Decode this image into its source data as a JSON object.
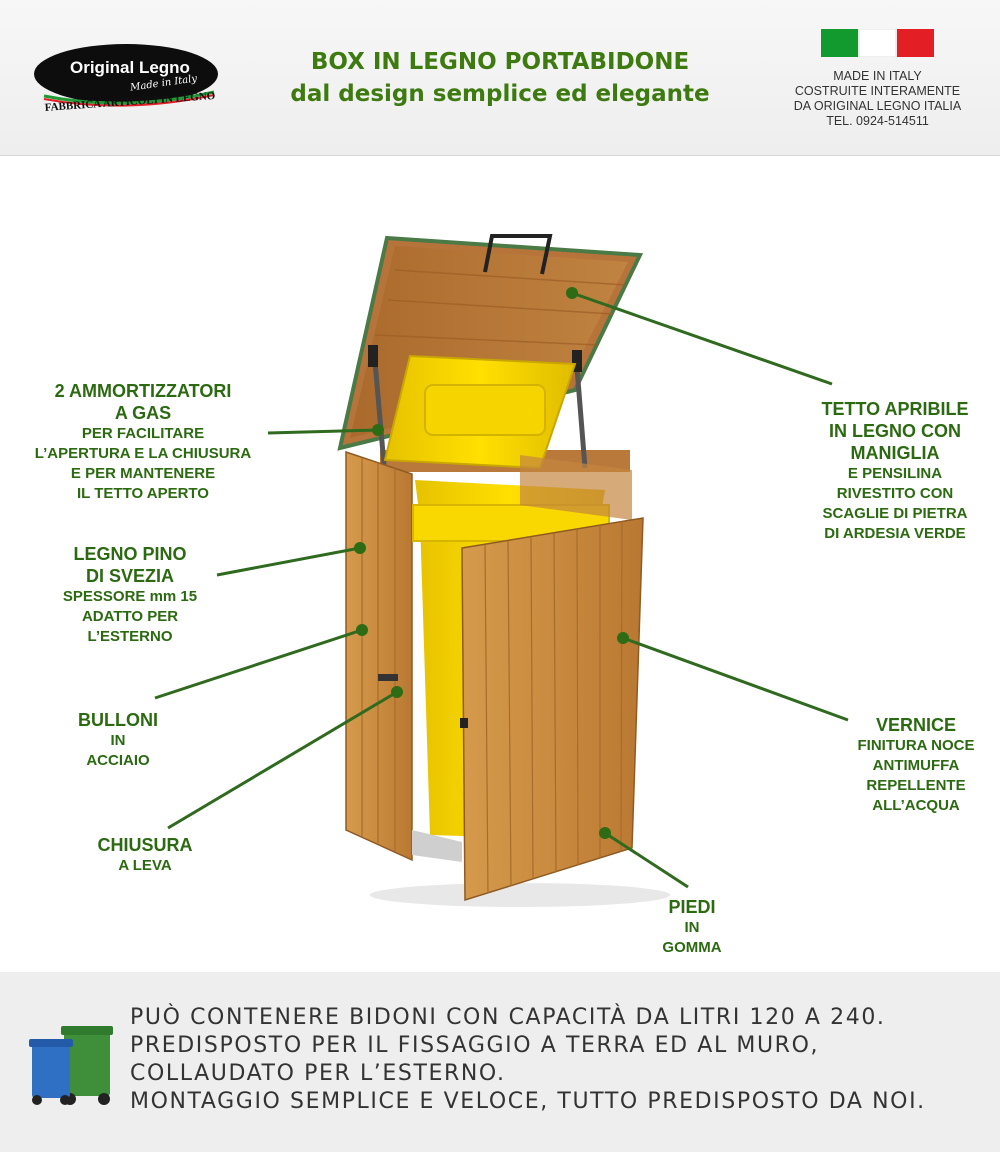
{
  "header": {
    "logo": {
      "name": "Original Legno",
      "script": "Made in Italy",
      "subtitle": "FABBRICA ARTICOLI IN LEGNO"
    },
    "title_line1": "BOX IN LEGNO PORTABIDONE",
    "title_line2": "dal design semplice ed elegante",
    "made_in": [
      "MADE IN ITALY",
      "COSTRUITE INTERAMENTE",
      "DA ORIGINAL LEGNO ITALIA",
      "TEL. 0924-514511"
    ],
    "flag_colors": [
      "#139a2f",
      "#ffffff",
      "#e31e24"
    ]
  },
  "labels": {
    "gas": {
      "title1": "2 AMMORTIZZATORI",
      "title2": "A GAS",
      "lines": [
        "PER FACILITARE",
        "L’APERTURA E LA CHIUSURA",
        "E PER MANTENERE",
        "IL TETTO APERTO"
      ]
    },
    "legno": {
      "title1": "LEGNO PINO",
      "title2": "DI SVEZIA",
      "lines": [
        "SPESSORE mm 15",
        "ADATTO PER",
        "L’ESTERNO"
      ]
    },
    "bulloni": {
      "title1": "BULLONI",
      "lines": [
        "IN",
        "ACCIAIO"
      ]
    },
    "chiusura": {
      "title1": "CHIUSURA",
      "lines": [
        "A LEVA"
      ]
    },
    "tetto": {
      "title1": "TETTO APRIBILE",
      "title2": "IN LEGNO CON",
      "title3": "MANIGLIA",
      "lines": [
        "E PENSILINA",
        "RIVESTITO CON",
        "SCAGLIE DI PIETRA",
        "DI ARDESIA VERDE"
      ]
    },
    "vernice": {
      "title1": "VERNICE",
      "lines": [
        "FINITURA NOCE",
        "ANTIMUFFA",
        "REPELLENTE",
        "ALL’ACQUA"
      ]
    },
    "piedi": {
      "title1": "PIEDI",
      "lines": [
        "IN",
        "GOMMA"
      ]
    }
  },
  "footer": {
    "lines": [
      "PUÒ CONTENERE BIDONI CON CAPACITÀ DA LITRI 120 A 240.",
      "PREDISPOSTO PER IL FISSAGGIO A TERRA ED AL MURO,",
      "COLLAUDATO PER L’ESTERNO.",
      "MONTAGGIO SEMPLICE E VELOCE, TUTTO PREDISPOSTO DA NOI."
    ],
    "bin_colors": [
      "#2f6fc4",
      "#3f8f3a"
    ]
  },
  "colors": {
    "accent_green": "#3d7a10",
    "callout_line": "#2f6a1f",
    "wood": "#c98b3f",
    "bin_yellow": "#f2d000"
  }
}
